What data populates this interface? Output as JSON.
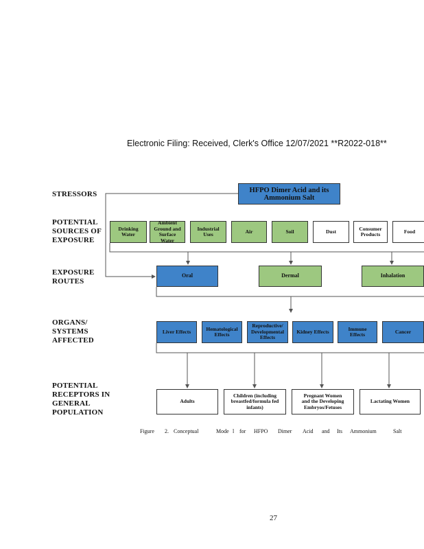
{
  "header": {
    "filing_text": "Electronic Filing: Received, Clerk's Office 12/07/2021 **R2022-018**"
  },
  "diagram": {
    "row_labels": {
      "stressors": "STRESSORS",
      "sources": [
        "POTENTIAL",
        "SOURCES OF",
        "EXPOSURE"
      ],
      "routes": [
        "EXPOSURE",
        "ROUTES"
      ],
      "organs": [
        "ORGANS/",
        "SYSTEMS",
        "AFFECTED"
      ],
      "receptors": [
        "POTENTIAL",
        "RECEPTORS IN",
        "GENERAL",
        "POPULATION"
      ]
    },
    "stressor": [
      "HFPO Dimer Acid and its",
      "Ammonium Salt"
    ],
    "sources": [
      {
        "label": [
          "Drinking",
          "Water"
        ],
        "fill": "green"
      },
      {
        "label": [
          "Ambient",
          "Ground and",
          "Surface Water"
        ],
        "fill": "green"
      },
      {
        "label": [
          "Industrial",
          "Uses"
        ],
        "fill": "green"
      },
      {
        "label": [
          "Air"
        ],
        "fill": "green"
      },
      {
        "label": [
          "Soil"
        ],
        "fill": "green"
      },
      {
        "label": [
          "Dust"
        ],
        "fill": "white"
      },
      {
        "label": [
          "Consumer",
          "Products"
        ],
        "fill": "white"
      },
      {
        "label": [
          "Food"
        ],
        "fill": "white"
      }
    ],
    "routes": [
      {
        "label": "Oral",
        "fill": "blue"
      },
      {
        "label": "Dermal",
        "fill": "green"
      },
      {
        "label": "Inhalation",
        "fill": "green"
      }
    ],
    "organs": [
      {
        "label": [
          "Liver Effects"
        ]
      },
      {
        "label": [
          "Hematological",
          "Effects"
        ]
      },
      {
        "label": [
          "Reproductive/",
          "Developmental",
          "Effects"
        ]
      },
      {
        "label": [
          "Kidney Effects"
        ]
      },
      {
        "label": [
          "Immune",
          "Effects"
        ]
      },
      {
        "label": [
          "Cancer"
        ]
      }
    ],
    "receptors": [
      {
        "label": [
          "Adults"
        ]
      },
      {
        "label": [
          "Children (including",
          "breastfed/formula fed",
          "infants)"
        ]
      },
      {
        "label": [
          "Pregnant Women",
          "and the Developing",
          "Embryos/Fetuses"
        ]
      },
      {
        "label": [
          "Lactating Women"
        ]
      }
    ],
    "colors": {
      "green": "#9dc880",
      "blue": "#3f83c9",
      "white": "#ffffff",
      "line": "#555555"
    }
  },
  "caption": {
    "words": [
      "Figure",
      "2.",
      "Conceptual",
      "Mode",
      "l",
      "for",
      "HFPO",
      "Dimer",
      "Acid",
      "and",
      "Its",
      "Ammonium",
      "Salt"
    ]
  },
  "page_number": "27"
}
